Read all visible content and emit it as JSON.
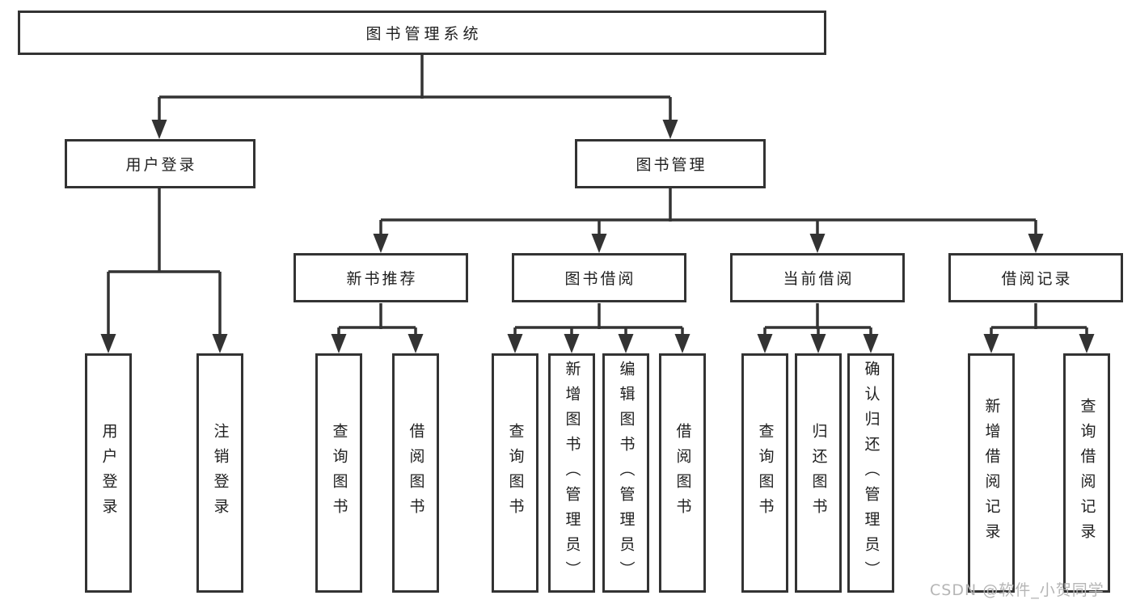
{
  "diagram_title": "图书管理系统",
  "watermark": {
    "text": "CSDN @软件_小贺同学"
  },
  "colors": {
    "line": "#333333",
    "box_border": "#333333",
    "text": "#1f1f1f",
    "watermark": "#b5b5b5",
    "background": "#ffffff"
  },
  "tree": {
    "root": {
      "label": "图书管理系统",
      "children": [
        {
          "label": "用户登录",
          "children": [
            {
              "label": "用户登录"
            },
            {
              "label": "注销登录"
            }
          ]
        },
        {
          "label": "图书管理",
          "children": [
            {
              "label": "新书推荐",
              "children": [
                {
                  "label": "查询图书"
                },
                {
                  "label": "借阅图书"
                }
              ]
            },
            {
              "label": "图书借阅",
              "children": [
                {
                  "label": "查询图书"
                },
                {
                  "label": "新增图书（管理员）"
                },
                {
                  "label": "编辑图书（管理员）"
                },
                {
                  "label": "借阅图书"
                }
              ]
            },
            {
              "label": "当前借阅",
              "children": [
                {
                  "label": "查询图书"
                },
                {
                  "label": "归还图书"
                },
                {
                  "label": "确认归还（管理员）"
                }
              ]
            },
            {
              "label": "借阅记录",
              "children": [
                {
                  "label": "新增借阅记录"
                },
                {
                  "label": "查询借阅记录"
                }
              ]
            }
          ]
        }
      ]
    }
  }
}
